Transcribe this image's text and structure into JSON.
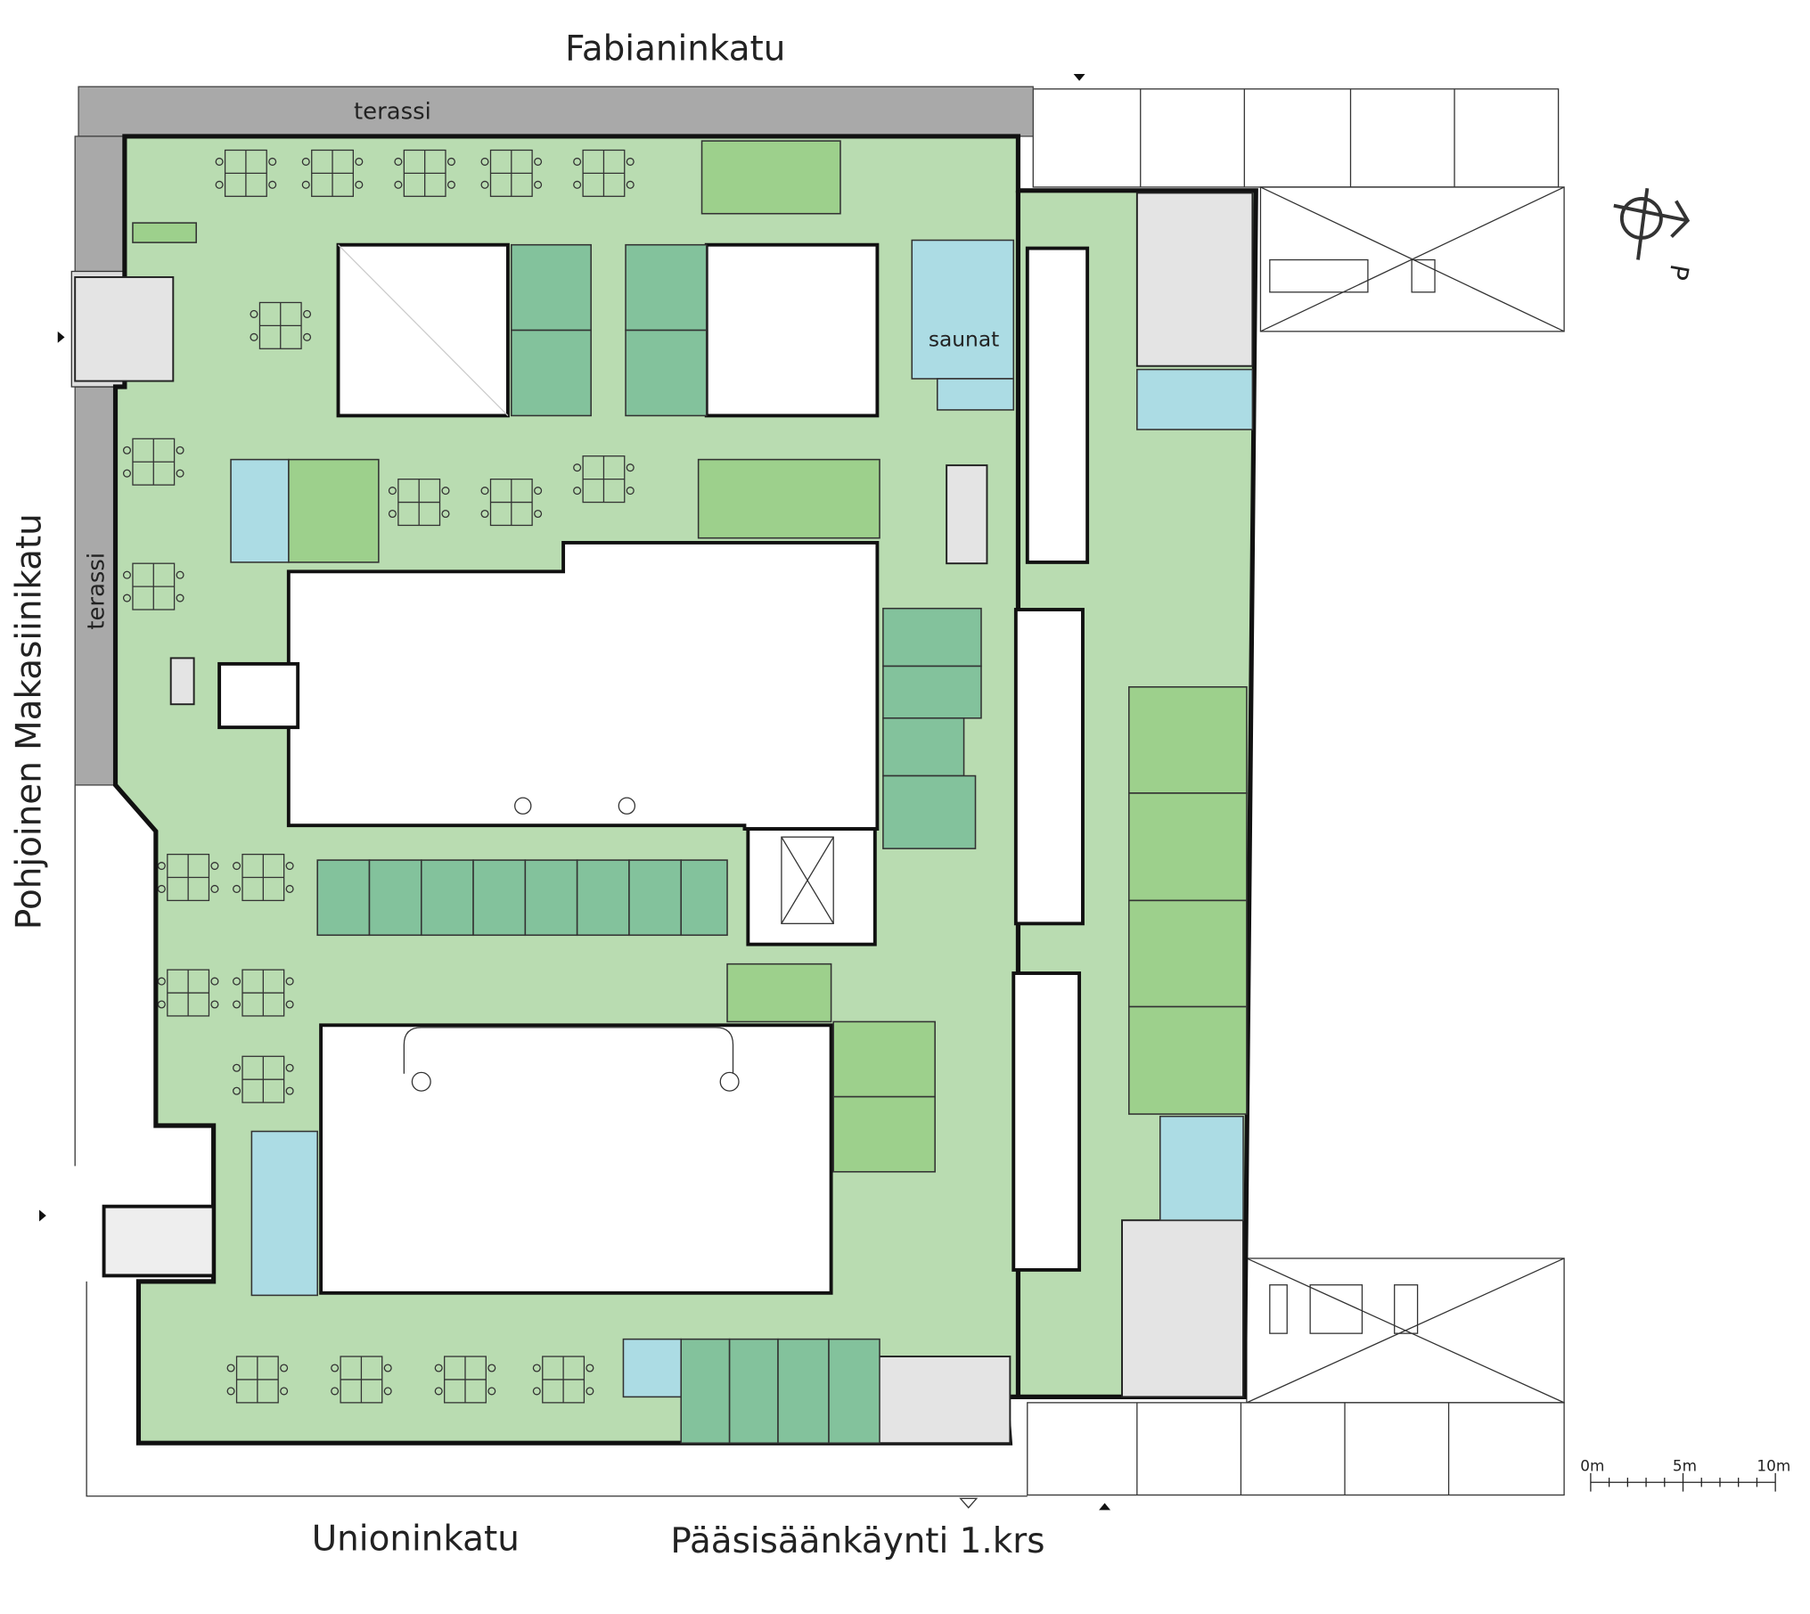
{
  "plan": {
    "streets": {
      "north": "Fabianinkatu",
      "west": "Pohjoinen Makasiinikatu",
      "south": "Unioninkatu",
      "entrance": "Pääsisäänkäynti 1.krs"
    },
    "rooms": {
      "terrace_top": "terassi",
      "terrace_left": "terassi",
      "saunas": "saunat"
    },
    "north_arrow_label": "P",
    "scale_bar": {
      "labels": [
        "0m",
        "5m",
        "10m"
      ],
      "length_m": 10
    },
    "colors": {
      "open_office": "#b9dcb1",
      "meeting": "#9dd08c",
      "focus_rooms": "#83c29c",
      "wet_rooms": "#acdce4",
      "terrace": "#a9a9a9"
    }
  }
}
